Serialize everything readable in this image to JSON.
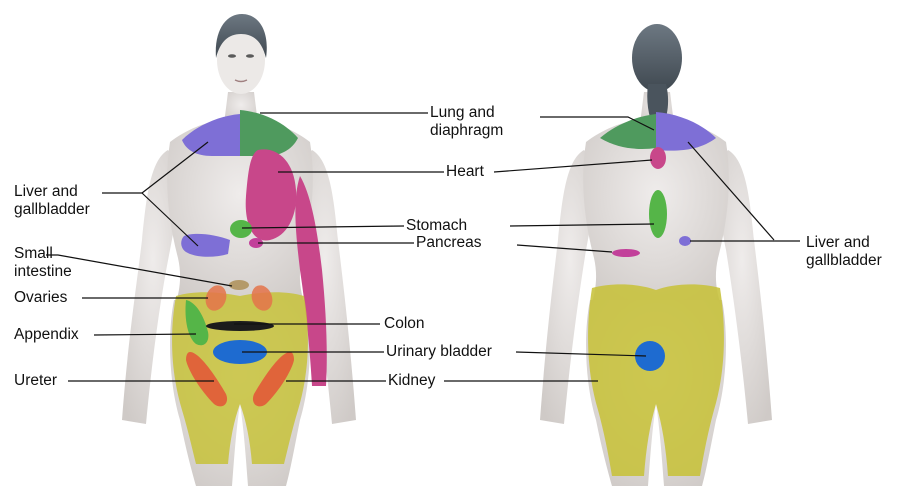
{
  "labels": {
    "lung_diaphragm": {
      "line1": "Lung and",
      "line2": "diaphragm"
    },
    "heart": "Heart",
    "liver_gallbladder_front": {
      "line1": "Liver and",
      "line2": "gallbladder"
    },
    "stomach": "Stomach",
    "pancreas": "Pancreas",
    "small_intestine": {
      "line1": "Small",
      "line2": "intestine"
    },
    "liver_gallbladder_back": {
      "line1": "Liver and",
      "line2": "gallbladder"
    },
    "ovaries": "Ovaries",
    "colon": "Colon",
    "appendix": "Appendix",
    "urinary_bladder": "Urinary bladder",
    "ureter": "Ureter",
    "kidney": "Kidney"
  },
  "colors": {
    "skin": "#e4e1de",
    "skin_shadow": "#c9c5c2",
    "hair": "#55606a",
    "liver_gallbladder": "#7e6fd6",
    "lung_diaphragm": "#4f9a5e",
    "heart": "#c8478a",
    "stomach": "#55b548",
    "pancreas": "#c2409a",
    "small_intestine": "#b49a6a",
    "ovaries": "#e4734a",
    "appendix": "#55b548",
    "colon": "#1c1c1c",
    "urinary_bladder": "#1e6bd0",
    "ureter": "#e0643a",
    "kidney": "#c7c23a",
    "leader_line": "#111111"
  }
}
